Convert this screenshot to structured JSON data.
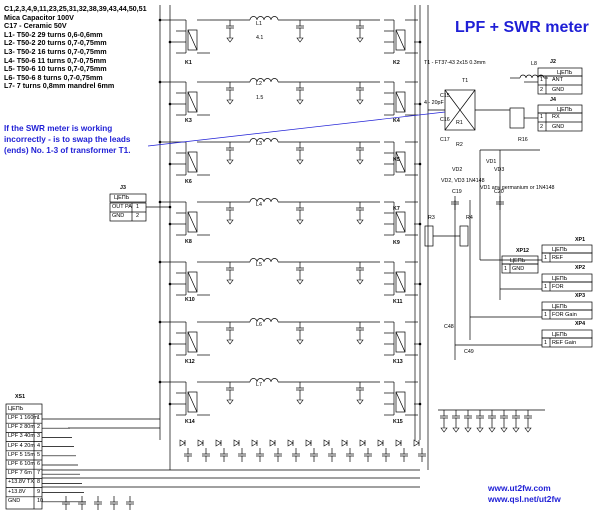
{
  "title": "LPF + SWR meter",
  "notes": [
    "C1,2,3,4,9,11,23,25,31,32,38,39,43,44,50,51",
    "Mica Capacitor 100V",
    "C17 - Ceramic 50V",
    "L1- T50-2  29 turns 0,6-0,6mm",
    "L2- T50-2  20 turns 0,7-0,75mm",
    "L3- T50-2  16 turns 0,7-0,75mm",
    "L4- T50-6  11 turns 0,7-0,75mm",
    "L5- T50-6  10 turns 0,7-0,75mm",
    "L6- T50-6  8 turns 0,7-0,75mm",
    "L7- 7 turns 0,8mm mandrel 6mm"
  ],
  "warning": [
    "If the SWR meter is working",
    "incorrectly - is to swap the leads",
    "(ends) No. 1-3 of transformer T1."
  ],
  "urls": [
    "www.ut2fw.com",
    "www.qsl.net/ut2fw"
  ],
  "t1_note": "T1 - FT37-43 2x15 0.3mm",
  "vd1_note": "VD1 any germanium or 1N4148",
  "vd2_note": "VD2, VD3 1N4148",
  "trimmer_note": "4 - 20pF",
  "relays": [
    "K1",
    "K2",
    "K3",
    "K4",
    "K5",
    "K6",
    "K7",
    "K8",
    "K9",
    "K10",
    "K11",
    "K12",
    "K13",
    "K14",
    "K15"
  ],
  "inductors": [
    "L1",
    "L2",
    "L3",
    "L4",
    "L5",
    "L6",
    "L7"
  ],
  "inductor_values": [
    "4.1",
    "1.5",
    "",
    "",
    "",
    "",
    ""
  ],
  "misc_labels": [
    "T1",
    "C15",
    "C16",
    "C17",
    "R16",
    "R1",
    "R2",
    "C19",
    "C20",
    "VD1",
    "VD2",
    "VD3",
    "L8",
    "R3",
    "R4",
    "C48",
    "C49"
  ],
  "connectors": {
    "j2": {
      "ref": "J2",
      "header": "ЦЕПЬ",
      "rows": [
        {
          "num": "1",
          "name": "ANT"
        },
        {
          "num": "2",
          "name": "GND"
        }
      ]
    },
    "j4": {
      "ref": "J4",
      "header": "ЦЕПЬ",
      "rows": [
        {
          "num": "1",
          "name": "RX"
        },
        {
          "num": "2",
          "name": "GND"
        }
      ]
    },
    "j3": {
      "ref": "J3",
      "header": "ЦЕПЬ",
      "rows": [
        {
          "num": "1",
          "name": "OUT PA"
        },
        {
          "num": "2",
          "name": "GND"
        }
      ]
    },
    "xp1": {
      "ref": "XP1",
      "header": "ЦЕПЬ",
      "rows": [
        {
          "num": "1",
          "name": "REF"
        }
      ]
    },
    "xp2": {
      "ref": "XP2",
      "header": "ЦЕПЬ",
      "rows": [
        {
          "num": "1",
          "name": "FOR"
        }
      ]
    },
    "xp3": {
      "ref": "XP3",
      "header": "ЦЕПЬ",
      "rows": [
        {
          "num": "1",
          "name": "FOR Gain"
        }
      ]
    },
    "xp4": {
      "ref": "XP4",
      "header": "ЦЕПЬ",
      "rows": [
        {
          "num": "1",
          "name": "REF Gain"
        }
      ]
    },
    "xp12": {
      "ref": "XP12",
      "header": "ЦЕПЬ",
      "rows": [
        {
          "num": "1",
          "name": "GND"
        }
      ]
    },
    "xs1": {
      "ref": "XS1",
      "header": "ЦЕПЬ",
      "rows": [
        {
          "num": "1",
          "name": "LPF 1 160m"
        },
        {
          "num": "2",
          "name": "LPF 2 80m"
        },
        {
          "num": "3",
          "name": "LPF 3 40m"
        },
        {
          "num": "4",
          "name": "LPF 4 20m"
        },
        {
          "num": "5",
          "name": "LPF 5 15m"
        },
        {
          "num": "6",
          "name": "LPF 6 10m"
        },
        {
          "num": "7",
          "name": "LPF 7 6m"
        },
        {
          "num": "8",
          "name": "+13.8V TX"
        },
        {
          "num": "9",
          "name": "+13.8V"
        },
        {
          "num": "10",
          "name": "GND"
        }
      ]
    }
  }
}
